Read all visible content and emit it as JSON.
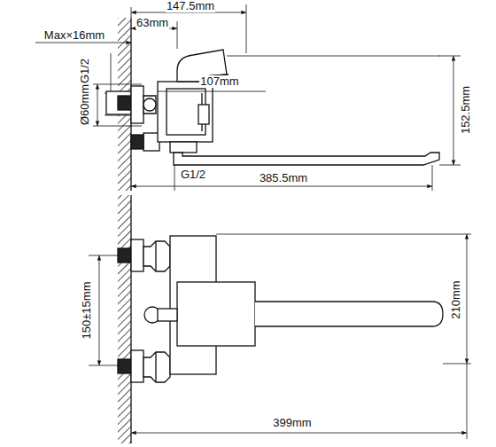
{
  "diagram": {
    "labels": [
      "147.5mm",
      "63mm",
      "Max×16mm",
      "G1/2",
      "107mm",
      "Ø60mm",
      "152.5mm",
      "G1/2",
      "385.5mm",
      "150±15mm",
      "210mm",
      "399mm"
    ]
  }
}
